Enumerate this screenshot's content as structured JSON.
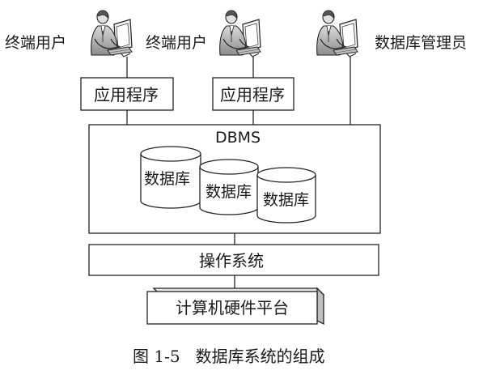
{
  "users": [
    {
      "label": "终端用户"
    },
    {
      "label": "终端用户"
    },
    {
      "label": "数据库管理员"
    }
  ],
  "apps": [
    {
      "label": "应用程序"
    },
    {
      "label": "应用程序"
    }
  ],
  "dbms": {
    "title": "DBMS",
    "databases": [
      {
        "label": "数据库"
      },
      {
        "label": "数据库"
      },
      {
        "label": "数据库"
      }
    ]
  },
  "os": {
    "label": "操作系统"
  },
  "hardware": {
    "label": "计算机硬件平台"
  },
  "caption": "图 1-5   数据库系统的组成"
}
